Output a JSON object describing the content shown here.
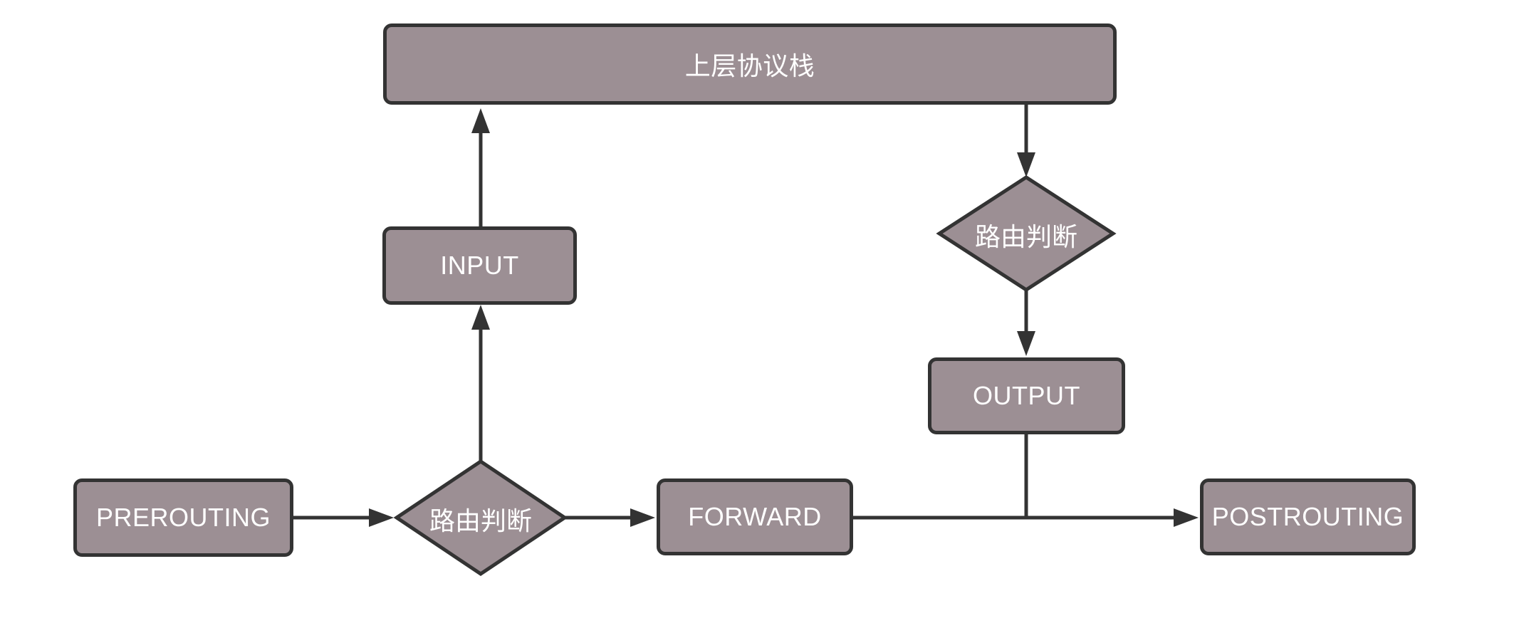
{
  "diagram": {
    "background_color": "#ffffff",
    "node_fill_color": "#9c8f94",
    "node_border_color": "#333333",
    "connector_color": "#333333",
    "label_color": "#ffffff",
    "nodes": {
      "upper_stack": {
        "label": "上层协议栈",
        "shape": "rectangle"
      },
      "input": {
        "label": "INPUT",
        "shape": "rectangle"
      },
      "prerouting": {
        "label": "PREROUTING",
        "shape": "rectangle"
      },
      "routing_left": {
        "label": "路由判断",
        "shape": "diamond"
      },
      "forward": {
        "label": "FORWARD",
        "shape": "rectangle"
      },
      "output": {
        "label": "OUTPUT",
        "shape": "rectangle"
      },
      "routing_right": {
        "label": "路由判断",
        "shape": "diamond"
      },
      "postrouting": {
        "label": "POSTROUTING",
        "shape": "rectangle"
      }
    },
    "edges": [
      {
        "from": "prerouting",
        "to": "routing_left",
        "arrow": true
      },
      {
        "from": "routing_left",
        "to": "input",
        "arrow": true
      },
      {
        "from": "input",
        "to": "upper_stack",
        "arrow": true
      },
      {
        "from": "upper_stack",
        "to": "routing_right",
        "arrow": true
      },
      {
        "from": "routing_right",
        "to": "output",
        "arrow": true
      },
      {
        "from": "routing_left",
        "to": "forward",
        "arrow": true
      },
      {
        "from": "forward",
        "to": "postrouting",
        "arrow": true
      },
      {
        "from": "output",
        "to": "forward_postrouting_line",
        "arrow": false
      }
    ]
  }
}
